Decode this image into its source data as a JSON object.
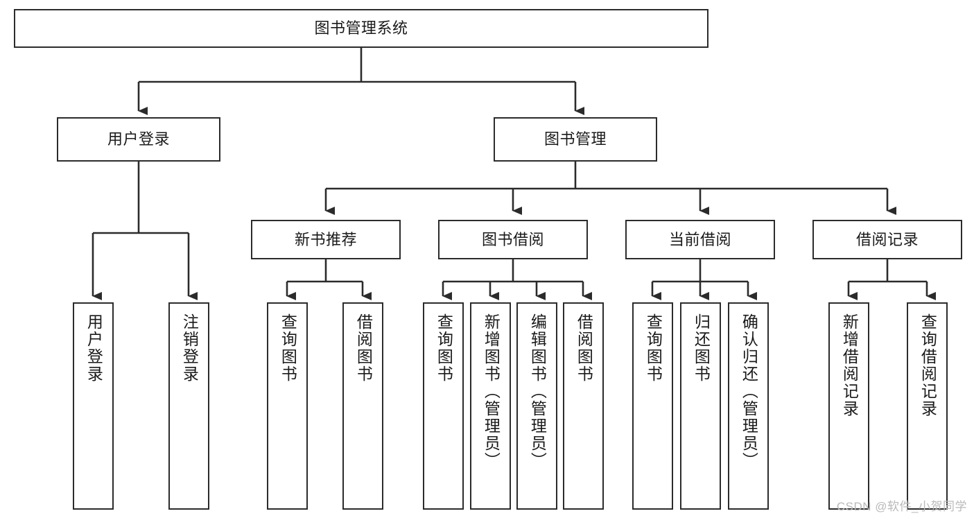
{
  "diagram": {
    "type": "tree-hierarchy-chart",
    "title_node": {
      "id": "root",
      "label": "图书管理系统"
    },
    "level2": [
      {
        "id": "login",
        "label": "用户登录"
      },
      {
        "id": "bookmgmt",
        "label": "图书管理"
      }
    ],
    "level3": [
      {
        "id": "newbook",
        "label": "新书推荐"
      },
      {
        "id": "borrow",
        "label": "图书借阅"
      },
      {
        "id": "current",
        "label": "当前借阅"
      },
      {
        "id": "record",
        "label": "借阅记录"
      }
    ],
    "leaves": {
      "login": [
        {
          "id": "login-user",
          "label": "用户登录"
        },
        {
          "id": "login-logout",
          "label": "注销登录"
        }
      ],
      "newbook": [
        {
          "id": "newbook-query",
          "label": "查询图书"
        },
        {
          "id": "newbook-borrow",
          "label": "借阅图书"
        }
      ],
      "borrow": [
        {
          "id": "borrow-query",
          "label": "查询图书"
        },
        {
          "id": "borrow-add",
          "label": "新增图书（管理员）"
        },
        {
          "id": "borrow-edit",
          "label": "编辑图书（管理员）"
        },
        {
          "id": "borrow-lend",
          "label": "借阅图书"
        }
      ],
      "current": [
        {
          "id": "current-query",
          "label": "查询图书"
        },
        {
          "id": "current-return",
          "label": "归还图书"
        },
        {
          "id": "current-confirm",
          "label": "确认归还（管理员）"
        }
      ],
      "record": [
        {
          "id": "record-add",
          "label": "新增借阅记录"
        },
        {
          "id": "record-query",
          "label": "查询借阅记录"
        }
      ]
    }
  },
  "watermark": {
    "text": "CSDN @软件_小贺同学"
  },
  "colors": {
    "stroke": "#2b2b2b",
    "fill": "#ffffff",
    "text": "#1a1a1a",
    "watermark": "#b9b9b9"
  }
}
